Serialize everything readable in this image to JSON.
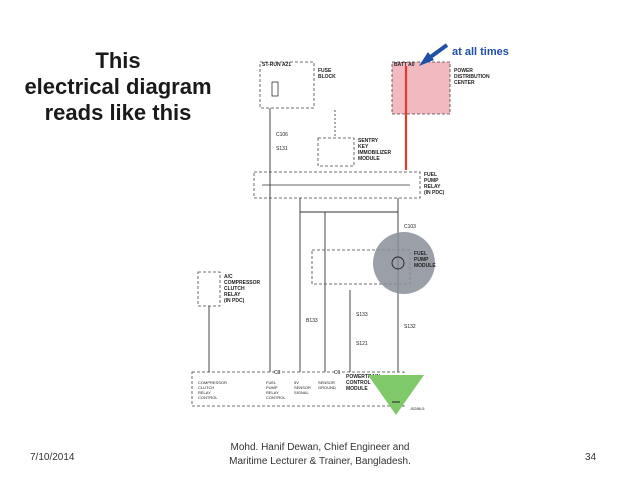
{
  "slide": {
    "title_lines": [
      "This",
      "electrical diagram",
      "reads like this"
    ],
    "callout": "at all times",
    "date": "7/10/2014",
    "presenter_line1": "Mohd. Hanif Dewan, Chief Engineer and",
    "presenter_line2": "Maritime Lecturer & Trainer, Bangladesh.",
    "page_number": "34"
  },
  "diagram": {
    "colors": {
      "hot_wire": "#e8372f",
      "pdc_fill": "#f2b9c0",
      "pump_fill": "#8a8f99",
      "ground_fill": "#7fc96b",
      "arrow": "#1f4fa8"
    },
    "labels": {
      "st_run": "ST-RUN A21",
      "fuse_block": "FUSE BLOCK",
      "batt": "BATT A0",
      "pdc": "POWER DISTRIBUTION CENTER",
      "sentry": "SENTRY KEY IMMOBILIZER MODULE",
      "fuel_relay": "FUEL PUMP RELAY (IN PDC)",
      "fuel_module": "FUEL PUMP MODULE",
      "ac_relay": "A/C COMPRESSOR CLUTCH RELAY (IN PDC)",
      "pcm": "POWERTRAIN CONTROL MODULE",
      "c106": "C106",
      "c103": "C103",
      "s131": "S131",
      "s133": "S133",
      "s132": "S132",
      "s121": "S121",
      "b133": "B133",
      "c1": "C1",
      "c3": "C3",
      "compressor_clutch": "COMPRESSOR CLUTCH RELAY CONTROL",
      "fuel_pump_relay_ctrl": "FUEL PUMP RELAY CONTROL",
      "sensor_signal": "5V SENSOR SIGNAL",
      "sensor_ground": "SENSOR GROUND",
      "code": "J0286-5"
    }
  }
}
